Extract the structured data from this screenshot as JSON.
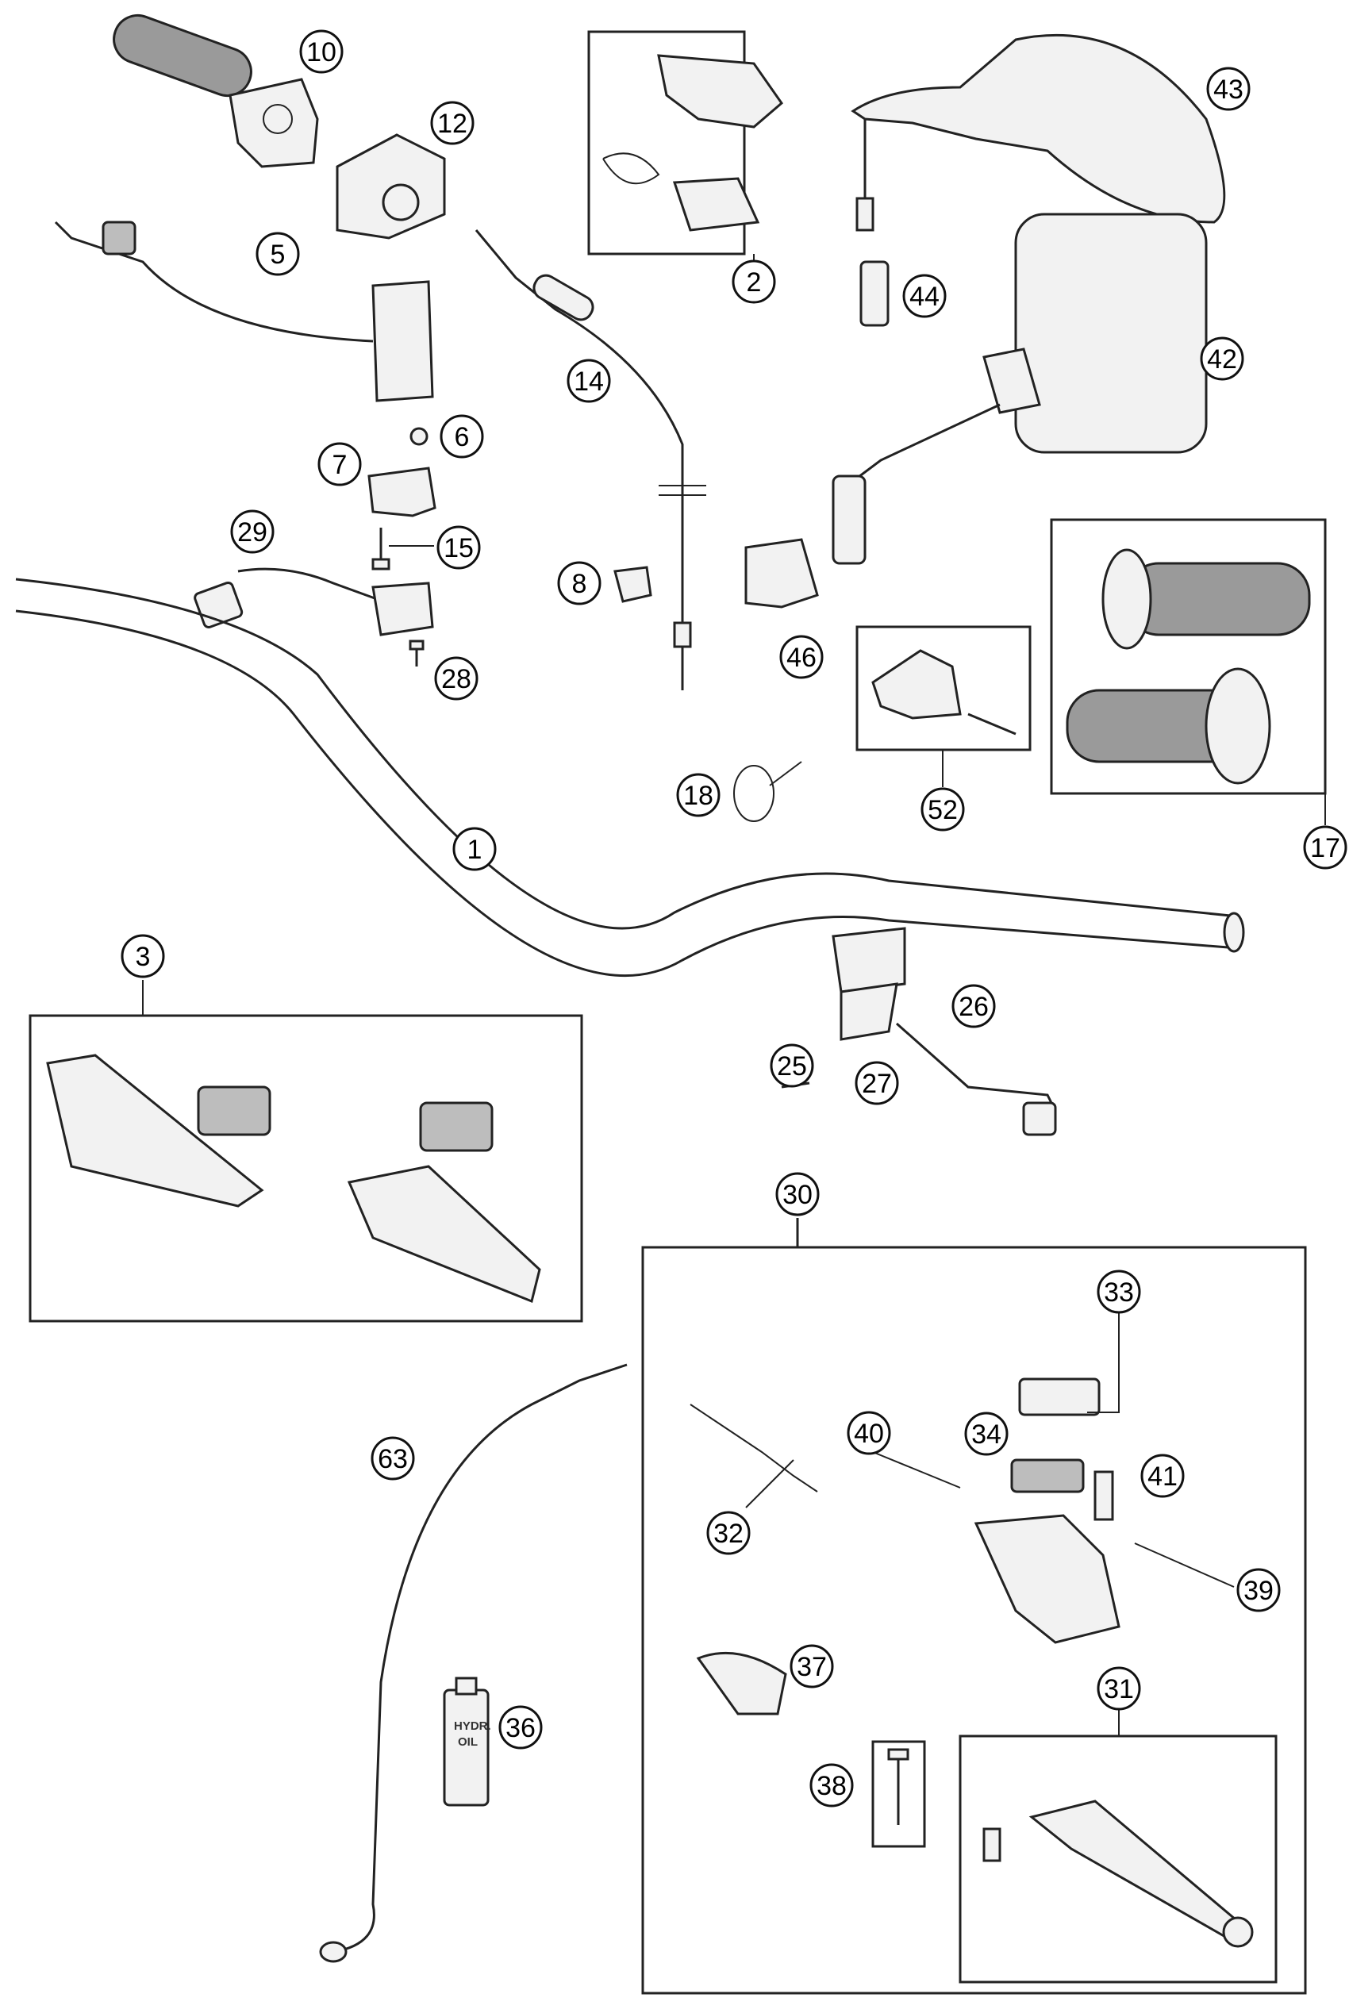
{
  "callouts": [
    {
      "id": "c10",
      "label": "10"
    },
    {
      "id": "c12",
      "label": "12"
    },
    {
      "id": "c5",
      "label": "5"
    },
    {
      "id": "c6",
      "label": "6"
    },
    {
      "id": "c7",
      "label": "7"
    },
    {
      "id": "c15",
      "label": "15"
    },
    {
      "id": "c29",
      "label": "29"
    },
    {
      "id": "c28",
      "label": "28"
    },
    {
      "id": "c14",
      "label": "14"
    },
    {
      "id": "c8",
      "label": "8"
    },
    {
      "id": "c2",
      "label": "2"
    },
    {
      "id": "c43",
      "label": "43"
    },
    {
      "id": "c44",
      "label": "44"
    },
    {
      "id": "c42",
      "label": "42"
    },
    {
      "id": "c46",
      "label": "46"
    },
    {
      "id": "c17",
      "label": "17"
    },
    {
      "id": "c52",
      "label": "52"
    },
    {
      "id": "c18",
      "label": "18"
    },
    {
      "id": "c1",
      "label": "1"
    },
    {
      "id": "c3",
      "label": "3"
    },
    {
      "id": "c26",
      "label": "26"
    },
    {
      "id": "c25",
      "label": "25"
    },
    {
      "id": "c27",
      "label": "27"
    },
    {
      "id": "c30",
      "label": "30"
    },
    {
      "id": "c33",
      "label": "33"
    },
    {
      "id": "c34",
      "label": "34"
    },
    {
      "id": "c41",
      "label": "41"
    },
    {
      "id": "c40",
      "label": "40"
    },
    {
      "id": "c32",
      "label": "32"
    },
    {
      "id": "c39",
      "label": "39"
    },
    {
      "id": "c63",
      "label": "63"
    },
    {
      "id": "c37",
      "label": "37"
    },
    {
      "id": "c36",
      "label": "36"
    },
    {
      "id": "c31",
      "label": "31"
    },
    {
      "id": "c38",
      "label": "38"
    }
  ],
  "bottle_label": [
    "HYDR.",
    "OIL"
  ]
}
